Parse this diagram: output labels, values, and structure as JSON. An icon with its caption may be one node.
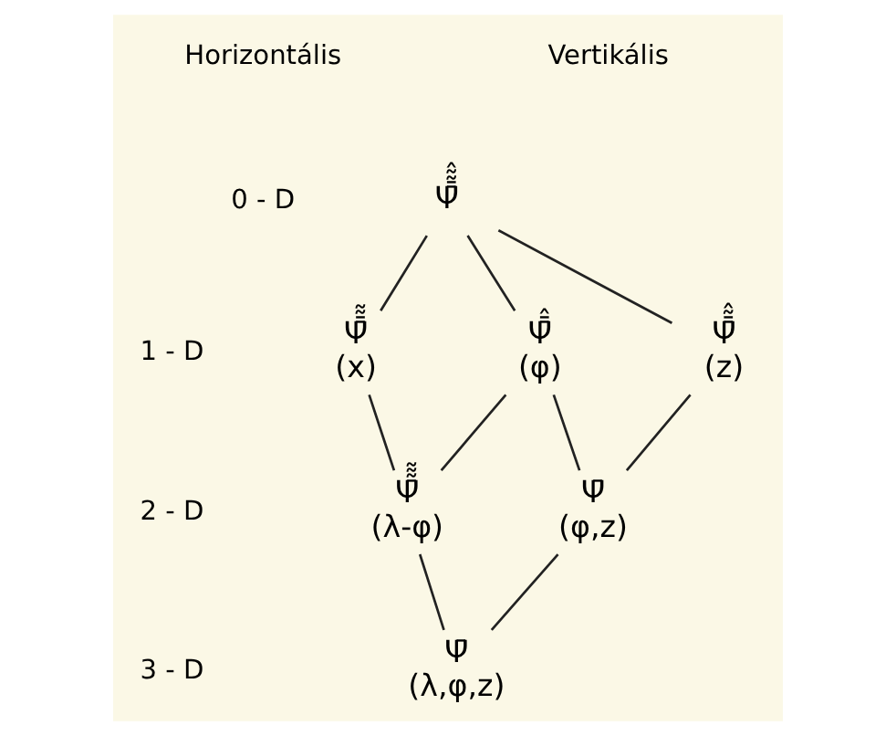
{
  "diagram": {
    "nodes": [
      {
        "text": [
          "Ψ̄̄̃̃̂"
        ]
      },
      {
        "text": [
          "Ψ̄̄̃̃",
          "(x)"
        ]
      },
      {
        "text": [
          "Ψ̄̄̂",
          "(φ)"
        ]
      },
      {
        "text": [
          "Ψ̄̄̃̂",
          "(z)"
        ]
      },
      {
        "text": [
          "Ψ̄̃̃̃",
          "(λ-φ)"
        ]
      },
      {
        "text": [
          "Ψ̄",
          "(φ,z)"
        ]
      },
      {
        "text": [
          "Ψ̄",
          "(λ,φ,z)"
        ]
      }
    ],
    "edges": [
      {
        "from": 0,
        "to": 1,
        "arrow": "none"
      },
      {
        "from": 0,
        "to": 2,
        "arrow": "none"
      },
      {
        "from": 0,
        "to": 3,
        "arrow": "none"
      },
      {
        "from": 1,
        "to": 4,
        "arrow": "none"
      },
      {
        "from": 2,
        "to": 4,
        "arrow": "none"
      },
      {
        "from": 2,
        "to": 5,
        "arrow": "none"
      },
      {
        "from": 3,
        "to": 5,
        "arrow": "none"
      },
      {
        "from": 4,
        "to": 6,
        "arrow": "none"
      },
      {
        "from": 5,
        "to": 6,
        "arrow": "none"
      }
    ],
    "labels": [
      "Horizontális",
      "Vertikális",
      "0 - D",
      "1 - D",
      "2 - D",
      "3 - D"
    ]
  }
}
